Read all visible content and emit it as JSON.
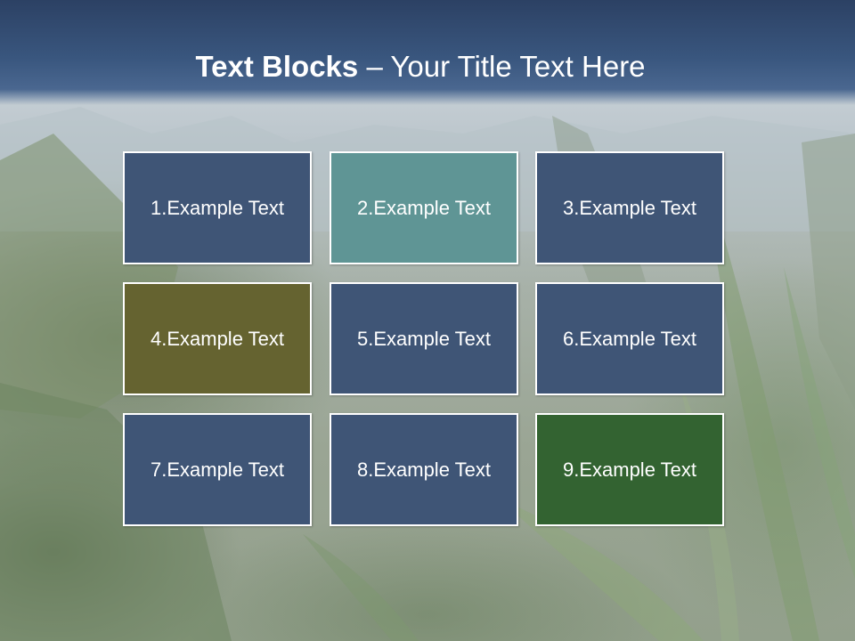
{
  "slide": {
    "title_bold": "Text Blocks",
    "title_separator": "–",
    "title_rest": "Your Title Text Here"
  },
  "blocks": [
    {
      "label": "1.Example Text",
      "color": "#3f5576"
    },
    {
      "label": "2.Example Text",
      "color": "#5f9595"
    },
    {
      "label": "3.Example Text",
      "color": "#3f5576"
    },
    {
      "label": "4.Example Text",
      "color": "#656330"
    },
    {
      "label": "5.Example Text",
      "color": "#3f5576"
    },
    {
      "label": "6.Example Text",
      "color": "#3f5576"
    },
    {
      "label": "7.Example Text",
      "color": "#3f5576"
    },
    {
      "label": "8.Example Text",
      "color": "#3f5576"
    },
    {
      "label": "9.Example Text",
      "color": "#336331"
    }
  ]
}
